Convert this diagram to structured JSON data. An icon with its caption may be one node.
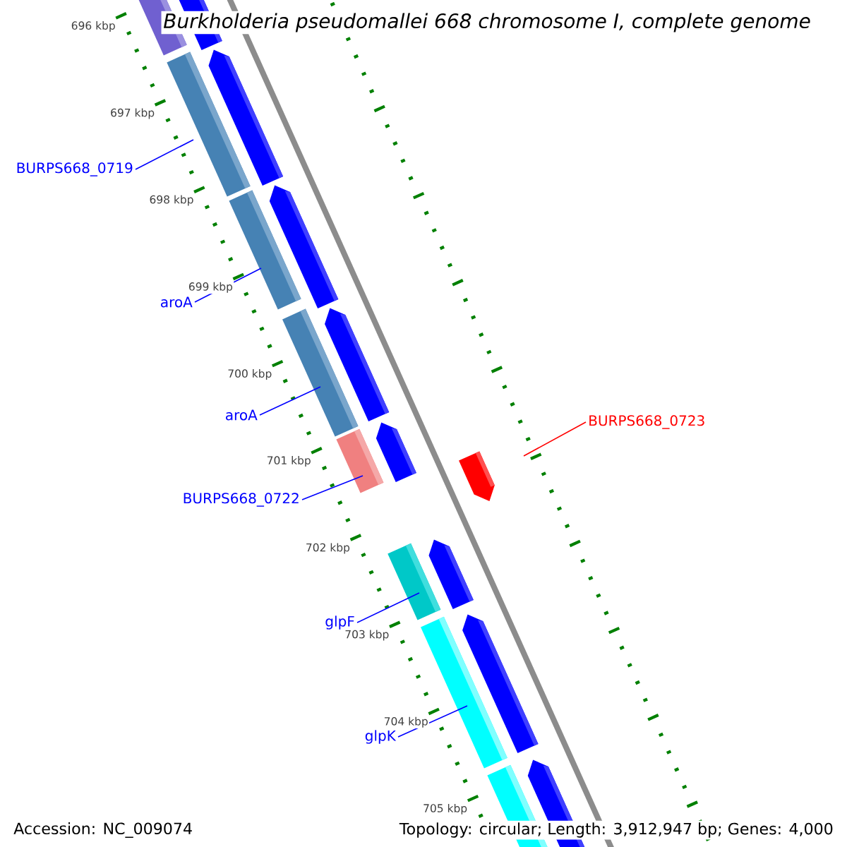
{
  "diagram": {
    "title": "Burkholderia pseudomallei 668 chromosome I, complete genome",
    "nodes": [
      {
        "text": [
          "BURPS668_0719"
        ]
      },
      {
        "text": [
          "aroA"
        ]
      },
      {
        "text": [
          "aroA"
        ]
      },
      {
        "text": [
          "BURPS668_0723"
        ]
      },
      {
        "text": [
          "BURPS668_0722"
        ]
      },
      {
        "text": [
          "glpF"
        ]
      },
      {
        "text": [
          "glpK"
        ]
      }
    ],
    "edges": [
      {
        "from": 0,
        "to": null,
        "arrow": "none"
      },
      {
        "from": 1,
        "to": null,
        "arrow": "none"
      },
      {
        "from": 2,
        "to": null,
        "arrow": "none"
      },
      {
        "from": 3,
        "to": null,
        "arrow": "none",
        "color": "#ff0000"
      },
      {
        "from": 4,
        "to": null,
        "arrow": "none"
      },
      {
        "from": 5,
        "to": null,
        "arrow": "none"
      },
      {
        "from": 6,
        "to": null,
        "arrow": "none"
      }
    ],
    "labels": [
      "696 kbp",
      "697 kbp",
      "698 kbp",
      "699 kbp",
      "700 kbp",
      "701 kbp",
      "702 kbp",
      "703 kbp",
      "704 kbp",
      "705 kbp",
      "Accession: NC_009074",
      "Topology: circular; Length: 3,912,947 bp; Genes: 4,000"
    ]
  }
}
